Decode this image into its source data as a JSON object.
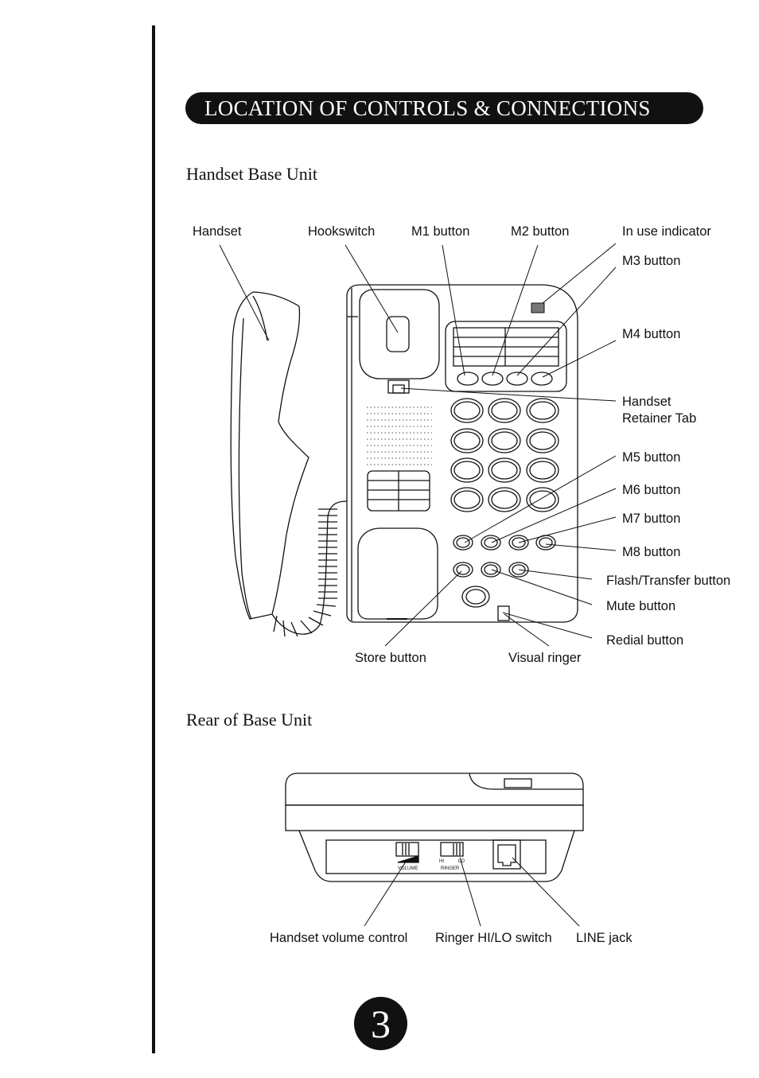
{
  "page": {
    "title": "LOCATION OF CONTROLS & CONNECTIONS",
    "page_number": "3"
  },
  "base_unit": {
    "heading": "Handset Base Unit",
    "labels": {
      "handset": "Handset",
      "hookswitch": "Hookswitch",
      "m1": "M1 button",
      "m2": "M2 button",
      "in_use": "In use indicator",
      "m3": "M3 button",
      "m4": "M4 button",
      "retainer": "Handset\nRetainer Tab",
      "m5": "M5 button",
      "m6": "M6 button",
      "m7": "M7 button",
      "m8": "M8 button",
      "flash": "Flash/Transfer button",
      "mute": "Mute button",
      "redial": "Redial button",
      "store": "Store button",
      "visual_ringer": "Visual ringer"
    }
  },
  "rear_unit": {
    "heading": "Rear of Base Unit",
    "switch_marks": {
      "volume": "VOLUME",
      "hi": "HI",
      "lo": "LO",
      "ringer": "RINGER"
    },
    "labels": {
      "volume_control": "Handset volume control",
      "ringer_switch": "Ringer HI/LO switch",
      "line_jack": "LINE jack"
    }
  }
}
